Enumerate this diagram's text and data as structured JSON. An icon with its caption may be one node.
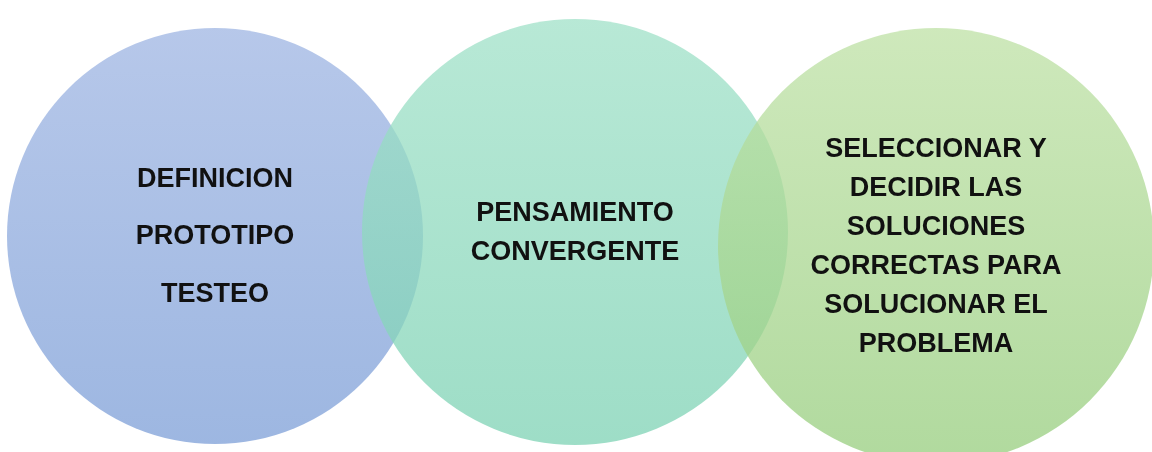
{
  "diagram": {
    "nodes": [
      {
        "text": [
          "DEFINICION",
          "PROTOTIPO",
          "TESTEO"
        ]
      },
      {
        "text": [
          "PENSAMIENTO CONVERGENTE"
        ]
      },
      {
        "text": [
          "SELECCIONAR Y DECIDIR LAS SOLUCIONES CORRECTAS PARA SOLUCIONAR EL PROBLEMA"
        ]
      }
    ]
  }
}
